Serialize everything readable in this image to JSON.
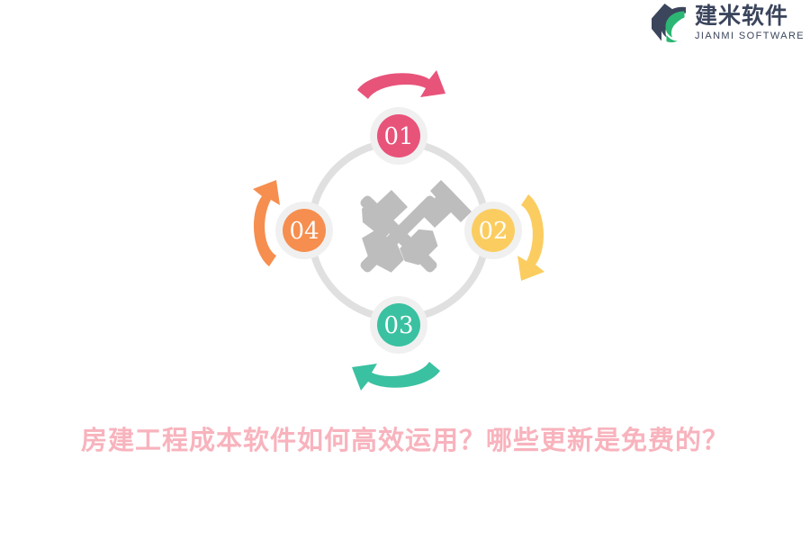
{
  "brand": {
    "name_cn": "建米软件",
    "name_en": "JIANMI SOFTWARE",
    "mark_icon": "jianmi-leaf-logo-icon",
    "color_dark": "#3b455c",
    "color_green": "#2bb673"
  },
  "diagram": {
    "type": "cycle",
    "center_icon": "crossed-hammer-axe-icon",
    "center_icon_color": "#bdbdbd",
    "ring_color": "#e0e0e0",
    "halo_color": "#f0f0f0",
    "steps": [
      {
        "number": "01",
        "position": "top",
        "color": "#e8537a",
        "arrow_icon": "curved-arrow-right-icon"
      },
      {
        "number": "02",
        "position": "right",
        "color": "#fbcd61",
        "arrow_icon": "curved-arrow-down-icon"
      },
      {
        "number": "03",
        "position": "bottom",
        "color": "#3ac1a1",
        "arrow_icon": "curved-arrow-left-icon"
      },
      {
        "number": "04",
        "position": "left",
        "color": "#f68e4f",
        "arrow_icon": "curved-arrow-up-icon"
      }
    ]
  },
  "title": {
    "text": "房建工程成本软件如何高效运用？哪些更新是免费的？",
    "color": "#f8b3bd"
  }
}
